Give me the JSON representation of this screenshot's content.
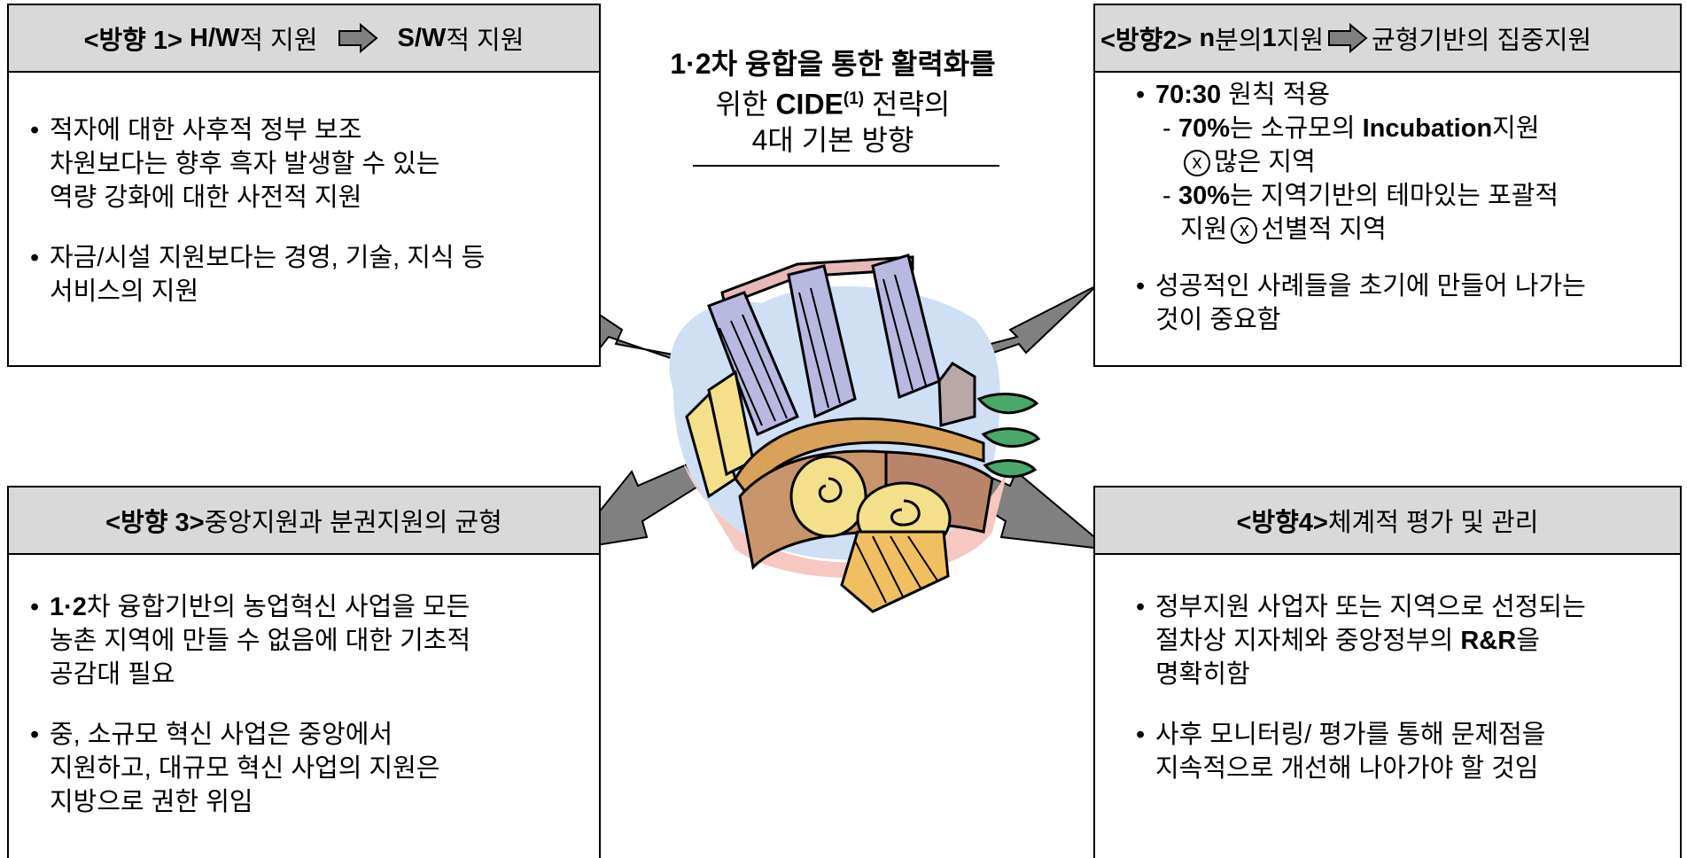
{
  "center": {
    "line1": "1·2차 융합을 통한 활력화를",
    "line2_pre": "위한 ",
    "line2_cide": "CIDE",
    "line2_sup": "(1)",
    "line2_post": " 전략의",
    "line3": "4대 기본 방향"
  },
  "dir1": {
    "h_a": "<방향 1> ",
    "h_b": "H/W",
    "h_c": "적 지원",
    "h_d": "S/W",
    "h_e": "적 지원",
    "b1_l1": "적자에 대한 사후적 정부 보조",
    "b1_l2": "차원보다는 향후 흑자 발생할 수 있는",
    "b1_l3": "역량 강화에 대한 사전적 지원",
    "b2_l1": "자금/시설 지원보다는 경영, 기술, 지식 등",
    "b2_l2": "서비스의 지원"
  },
  "dir2": {
    "h_a": "<방향2> ",
    "h_b": "n",
    "h_c": "분의 ",
    "h_d": "1",
    "h_e": "지원",
    "h_f": "균형기반의 집중지원",
    "b1_a": "70:30",
    "b1_b": " 원칙 적용",
    "s1_a": "70%",
    "s1_b": "는 소규모의 ",
    "s1_c": "Incubation",
    "s1_d": "지원",
    "s1_l2": "많은 지역",
    "s2_a": "30%",
    "s2_b": "는 지역기반의 테마있는 포괄적",
    "s2_l2a": "지원",
    "s2_l2b": "선별적 지역",
    "circle_mark": "x",
    "b2_l1": "성공적인 사례들을 초기에 만들어 나가는",
    "b2_l2": "것이 중요함"
  },
  "dir3": {
    "h_a": "<방향 3>",
    "h_b": " 중앙지원과 분권지원의 균형",
    "b1_a": "1·2",
    "b1_b": "차 융합기반의 농업혁신 사업을 모든",
    "b1_l2": "농촌 지역에 만들 수 없음에 대한 기초적",
    "b1_l3": "공감대 필요",
    "b2_l1": "중, 소규모 혁신 사업은 중앙에서",
    "b2_l2": "지원하고, 대규모 혁신 사업의 지원은",
    "b2_l3": "지방으로 권한 위임"
  },
  "dir4": {
    "h_a": "<방향4>",
    "h_b": " 체계적 평가 및 관리",
    "b1_l1": "정부지원 사업자 또는 지역으로 선정되는",
    "b1_l2a": "절차상 지자체와 중앙정부의 ",
    "b1_l2b": "R&R",
    "b1_l2c": "을",
    "b1_l3": "명확히함",
    "b2_l1": "사후 모니터링/ 평가를 통해 문제점을",
    "b2_l2": "지속적으로 개선해 나아가야 할 것임"
  },
  "colors": {
    "header_bg": "#d9d9d9",
    "arrow_fill": "#808080",
    "border": "#000000"
  },
  "icons": [
    "right-arrow-icon",
    "circled-x-icon",
    "farm-silo-clipart"
  ]
}
